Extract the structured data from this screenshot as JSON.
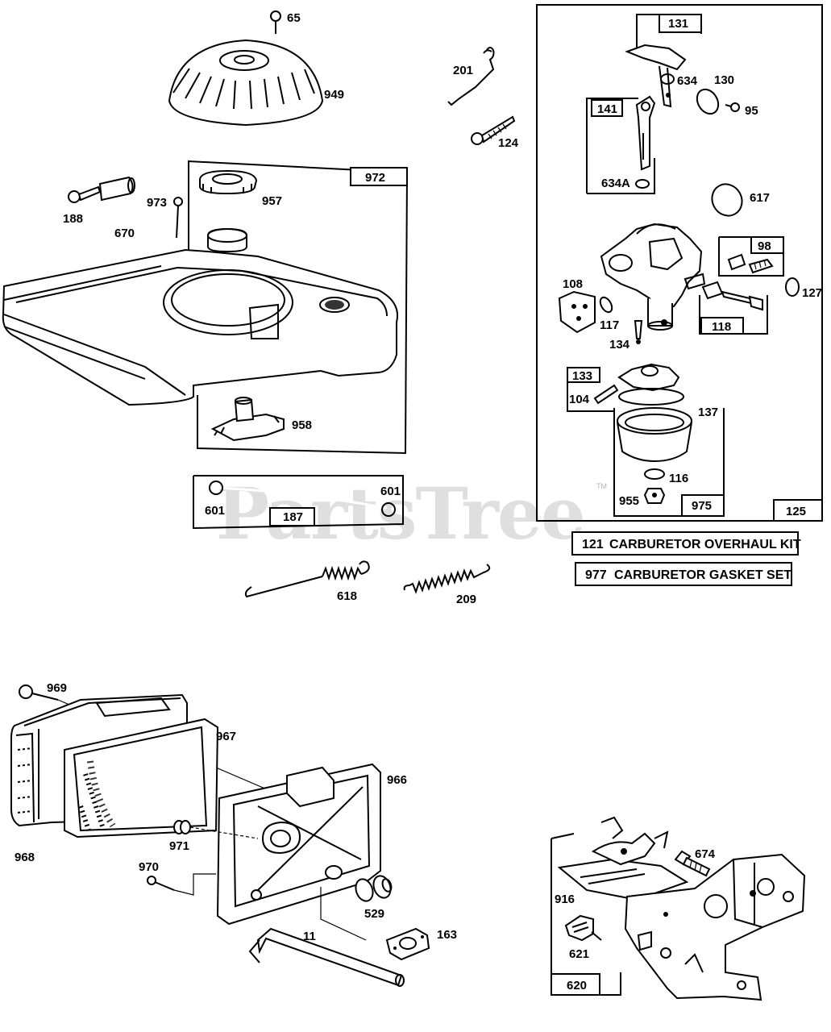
{
  "watermark": "PartsTree",
  "trademark": "TM",
  "parts": {
    "p65": "65",
    "p949": "949",
    "p201": "201",
    "p124": "124",
    "p972": "972",
    "p957": "957",
    "p188": "188",
    "p670": "670",
    "p973": "973",
    "p958": "958",
    "p601a": "601",
    "p601b": "601",
    "p187": "187",
    "p618": "618",
    "p209": "209",
    "p131": "131",
    "p634": "634",
    "p130": "130",
    "p95": "95",
    "p141": "141",
    "p634a": "634A",
    "p617": "617",
    "p98": "98",
    "p108": "108",
    "p127": "127",
    "p117": "117",
    "p118": "118",
    "p134": "134",
    "p133": "133",
    "p104": "104",
    "p137": "137",
    "p116": "116",
    "p955": "955",
    "p975": "975",
    "p125": "125",
    "p969": "969",
    "p967": "967",
    "p966": "966",
    "p968": "968",
    "p971": "971",
    "p970": "970",
    "p529": "529",
    "p11": "11",
    "p163": "163",
    "p674": "674",
    "p916": "916",
    "p621": "621",
    "p620": "620"
  },
  "kits": {
    "carb_overhaul": {
      "number": "121",
      "name": "CARBURETOR OVERHAUL KIT"
    },
    "carb_gasket": {
      "number": "977",
      "name": "CARBURETOR GASKET SET"
    }
  }
}
